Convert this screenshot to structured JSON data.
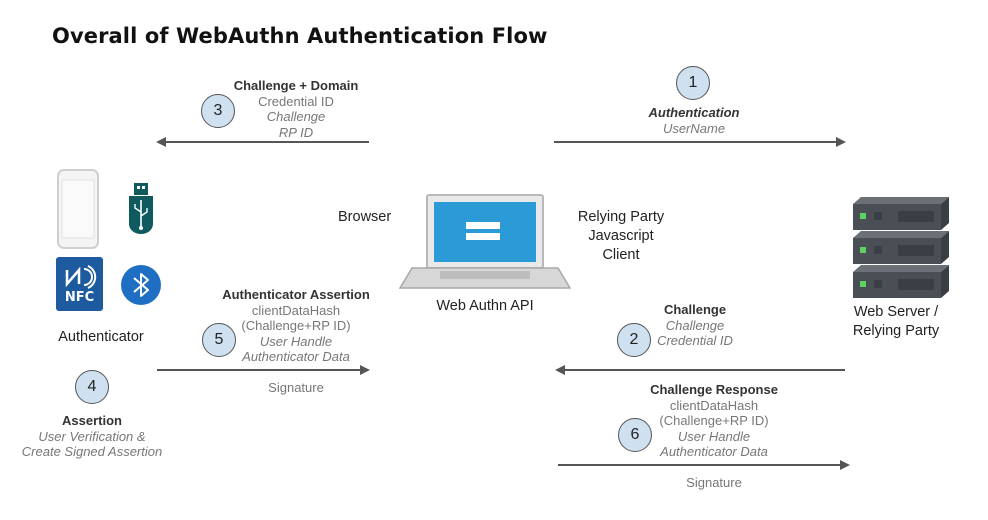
{
  "title": "Overall of WebAuthn Authentication Flow",
  "labels": {
    "browser": "Browser",
    "rp_client": [
      "Relying Party",
      "Javascript",
      "Client"
    ],
    "web_authn_api": "Web Authn API",
    "web_server": [
      "Web Server /",
      "Relying Party"
    ],
    "authenticator": "Authenticator",
    "nfc": "NFC"
  },
  "steps": {
    "s1": {
      "number": "1",
      "heading": "Authentication",
      "lines": [
        "UserName"
      ]
    },
    "s2": {
      "number": "2",
      "heading": "Challenge",
      "lines": [
        "Challenge",
        "Credential ID"
      ]
    },
    "s3": {
      "number": "3",
      "heading": "Challenge + Domain",
      "lines": [
        "Credential ID",
        "Challenge",
        "RP ID"
      ]
    },
    "s4": {
      "number": "4",
      "heading": "Assertion",
      "lines": [
        "User Verification &",
        "Create Signed Assertion"
      ]
    },
    "s5": {
      "number": "5",
      "heading": "Authenticator Assertion",
      "lines": [
        "clientDataHash",
        "(Challenge+RP ID)",
        "User Handle",
        "Authenticator Data"
      ],
      "below": "Signature"
    },
    "s6": {
      "number": "6",
      "heading": "Challenge Response",
      "lines": [
        "clientDataHash",
        "(Challenge+RP ID)",
        "User Handle",
        "Authenticator Data"
      ],
      "below": "Signature"
    }
  },
  "colors": {
    "circle_fill": "#cfe0f1",
    "arrow": "#555555",
    "nfc_blue": "#1e5a9e",
    "bluetooth_blue": "#1e6fc4",
    "usb_teal": "#0f5a5e",
    "laptop_screen": "#2d9ad8",
    "server_gray": "#4a4f55"
  },
  "icons": [
    "phone-icon",
    "usb-key-icon",
    "nfc-icon",
    "bluetooth-icon",
    "laptop-icon",
    "server-icon"
  ]
}
